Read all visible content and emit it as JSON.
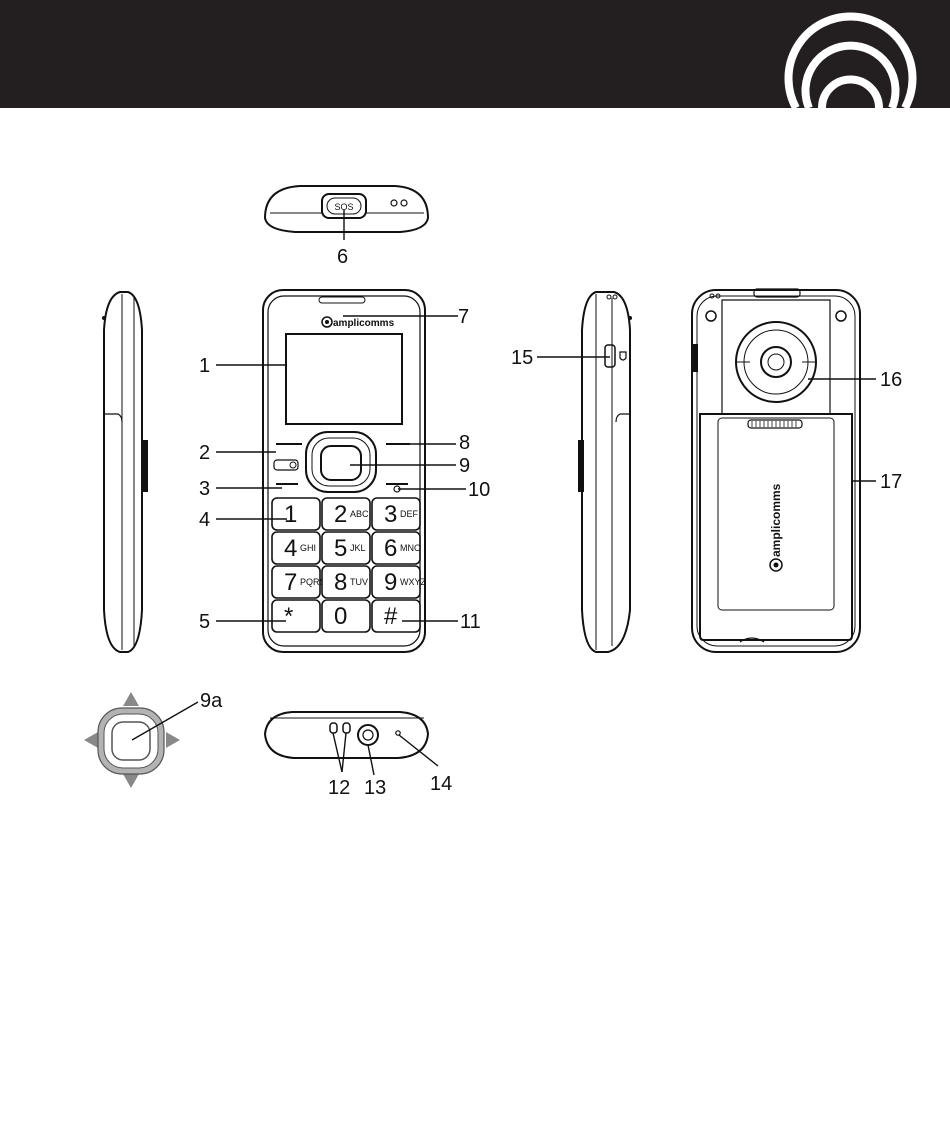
{
  "brand": {
    "name": "amplicomms"
  },
  "top_view": {
    "button_text": "SOS"
  },
  "keypad": {
    "keys": [
      {
        "digit": "1",
        "letters": ""
      },
      {
        "digit": "2",
        "letters": "ABC"
      },
      {
        "digit": "3",
        "letters": "DEF"
      },
      {
        "digit": "4",
        "letters": "GHI"
      },
      {
        "digit": "5",
        "letters": "JKL"
      },
      {
        "digit": "6",
        "letters": "MNO"
      },
      {
        "digit": "7",
        "letters": "PQRS"
      },
      {
        "digit": "8",
        "letters": "TUV"
      },
      {
        "digit": "9",
        "letters": "WXYZ"
      },
      {
        "digit": "*",
        "letters": ""
      },
      {
        "digit": "0",
        "letters": ""
      },
      {
        "digit": "#",
        "letters": ""
      }
    ]
  },
  "callouts": [
    {
      "label": "1"
    },
    {
      "label": "2"
    },
    {
      "label": "3"
    },
    {
      "label": "4"
    },
    {
      "label": "5"
    },
    {
      "label": "6"
    },
    {
      "label": "7"
    },
    {
      "label": "8"
    },
    {
      "label": "9"
    },
    {
      "label": "10"
    },
    {
      "label": "11"
    },
    {
      "label": "15"
    },
    {
      "label": "16"
    },
    {
      "label": "17"
    },
    {
      "label": "9a"
    },
    {
      "label": "12"
    },
    {
      "label": "13"
    },
    {
      "label": "14"
    }
  ]
}
